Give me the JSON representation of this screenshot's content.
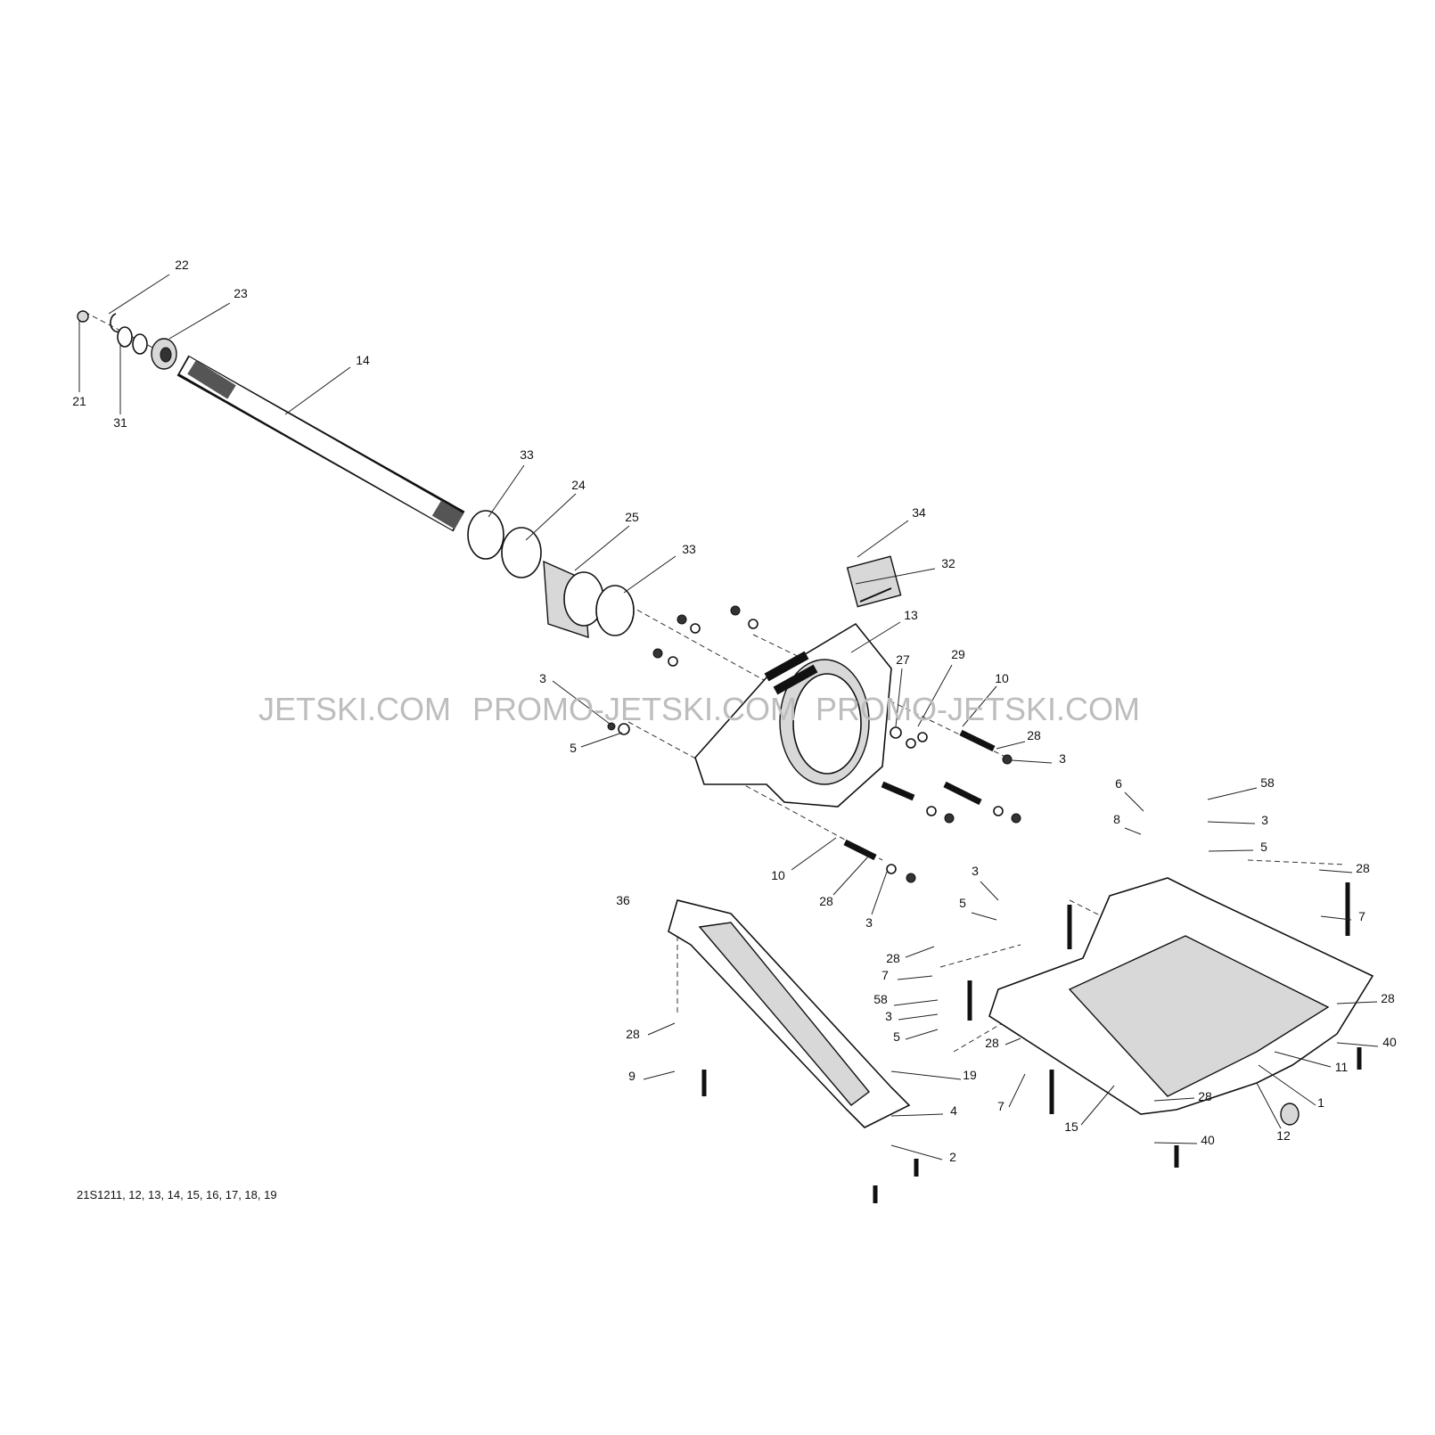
{
  "diagram": {
    "reference_code": "21S1211, 12, 13, 14, 15, 16, 17, 18, 19",
    "watermark": [
      "JETSKI.COM",
      "PROMO-JETSKI.COM",
      "PROMO-JETSKI.COM"
    ],
    "callouts": [
      "22",
      "23",
      "21",
      "31",
      "14",
      "33",
      "24",
      "25",
      "33",
      "34",
      "32",
      "13",
      "27",
      "29",
      "10",
      "28",
      "3",
      "3",
      "5",
      "10",
      "28",
      "3",
      "36",
      "6",
      "8",
      "58",
      "3",
      "5",
      "28",
      "7",
      "3",
      "5",
      "28",
      "7",
      "58",
      "3",
      "5",
      "28",
      "28",
      "9",
      "19",
      "4",
      "2",
      "7",
      "15",
      "28",
      "40",
      "12",
      "1",
      "11",
      "40",
      "28"
    ]
  }
}
